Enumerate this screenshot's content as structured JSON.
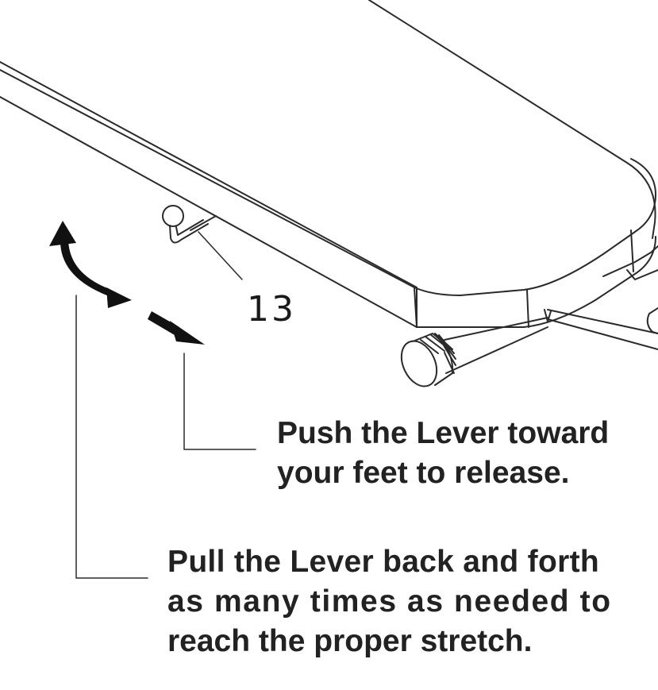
{
  "part_number": "13",
  "instructions": {
    "push_line1": "Push the Lever toward",
    "push_line2": "your feet to release.",
    "pull_line1": "Pull the Lever back and forth",
    "pull_line2": "as many times as needed to",
    "pull_line3": "reach the proper stretch."
  }
}
